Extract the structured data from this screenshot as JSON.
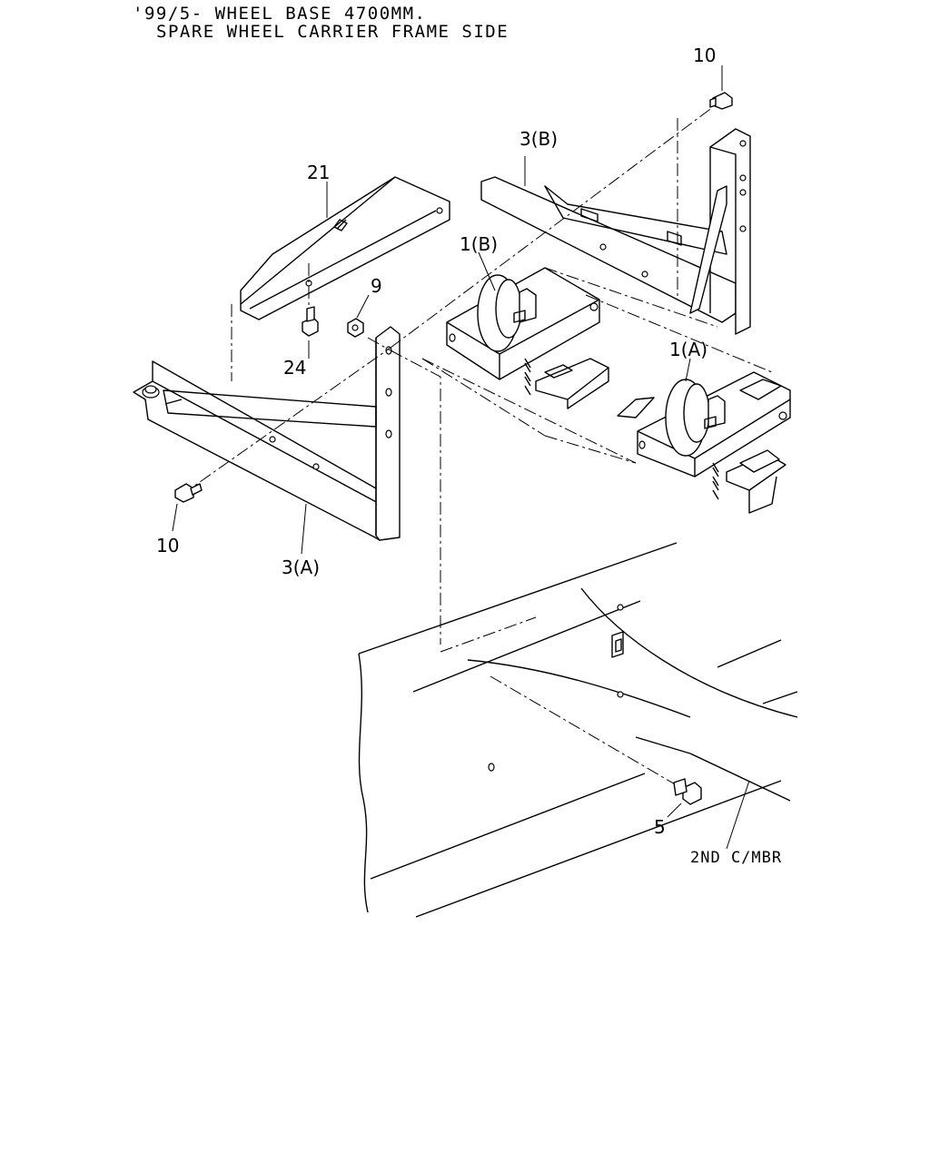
{
  "header": {
    "line1": "'99/5- WHEEL BASE 4700MM.",
    "line2": "SPARE WHEEL CARRIER FRAME SIDE"
  },
  "callouts": {
    "c10_top": "10",
    "c3b": "3(B)",
    "c21": "21",
    "c1b": "1(B)",
    "c9": "9",
    "c24": "24",
    "c1a": "1(A)",
    "c10_left": "10",
    "c3a": "3(A)",
    "c5": "5"
  },
  "labels": {
    "crossmember": "2ND C/MBR"
  }
}
